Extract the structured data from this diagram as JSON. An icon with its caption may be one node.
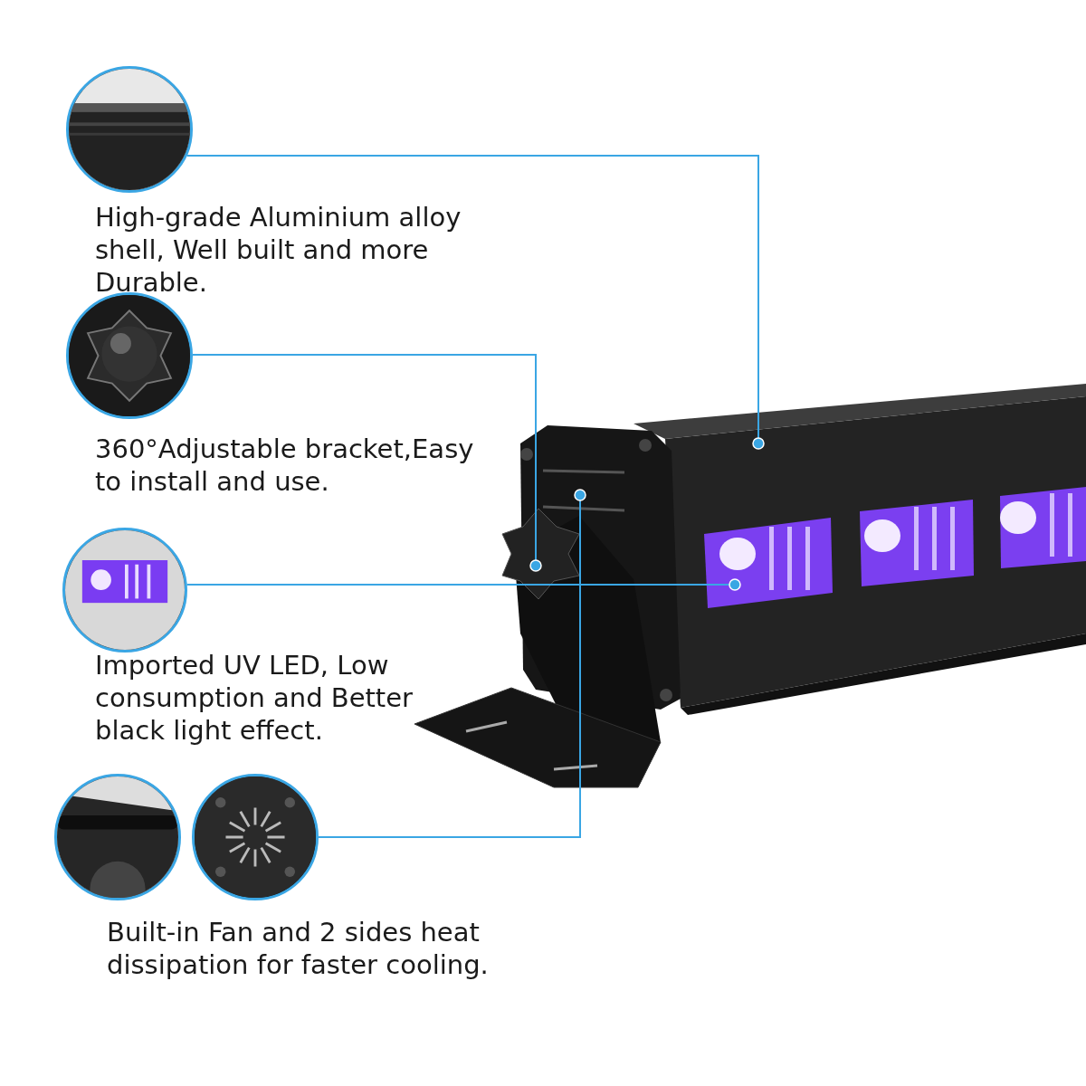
{
  "diagram": {
    "nodes": [
      {
        "text": [],
        "shape": "picture"
      },
      {
        "text": [],
        "shape": "picture"
      },
      {
        "text": [],
        "shape": "picture"
      },
      {
        "text": [],
        "shape": "picture"
      },
      {
        "text": [],
        "shape": "picture"
      }
    ],
    "edges": [
      {
        "from": 0,
        "to": null,
        "arrow": "other"
      },
      {
        "from": 1,
        "to": null,
        "arrow": "other"
      },
      {
        "from": 2,
        "to": null,
        "arrow": "other"
      },
      {
        "from": 4,
        "to": null,
        "arrow": "other"
      }
    ],
    "labels": [
      "High-grade Aluminium alloy shell, Well built and more Durable.",
      "360°Adjustable bracket,Easy to install and use.",
      "Imported UV LED, Low consumption and Better black light effect.",
      "Built-in Fan and 2 sides heat dissipation for faster cooling."
    ]
  }
}
